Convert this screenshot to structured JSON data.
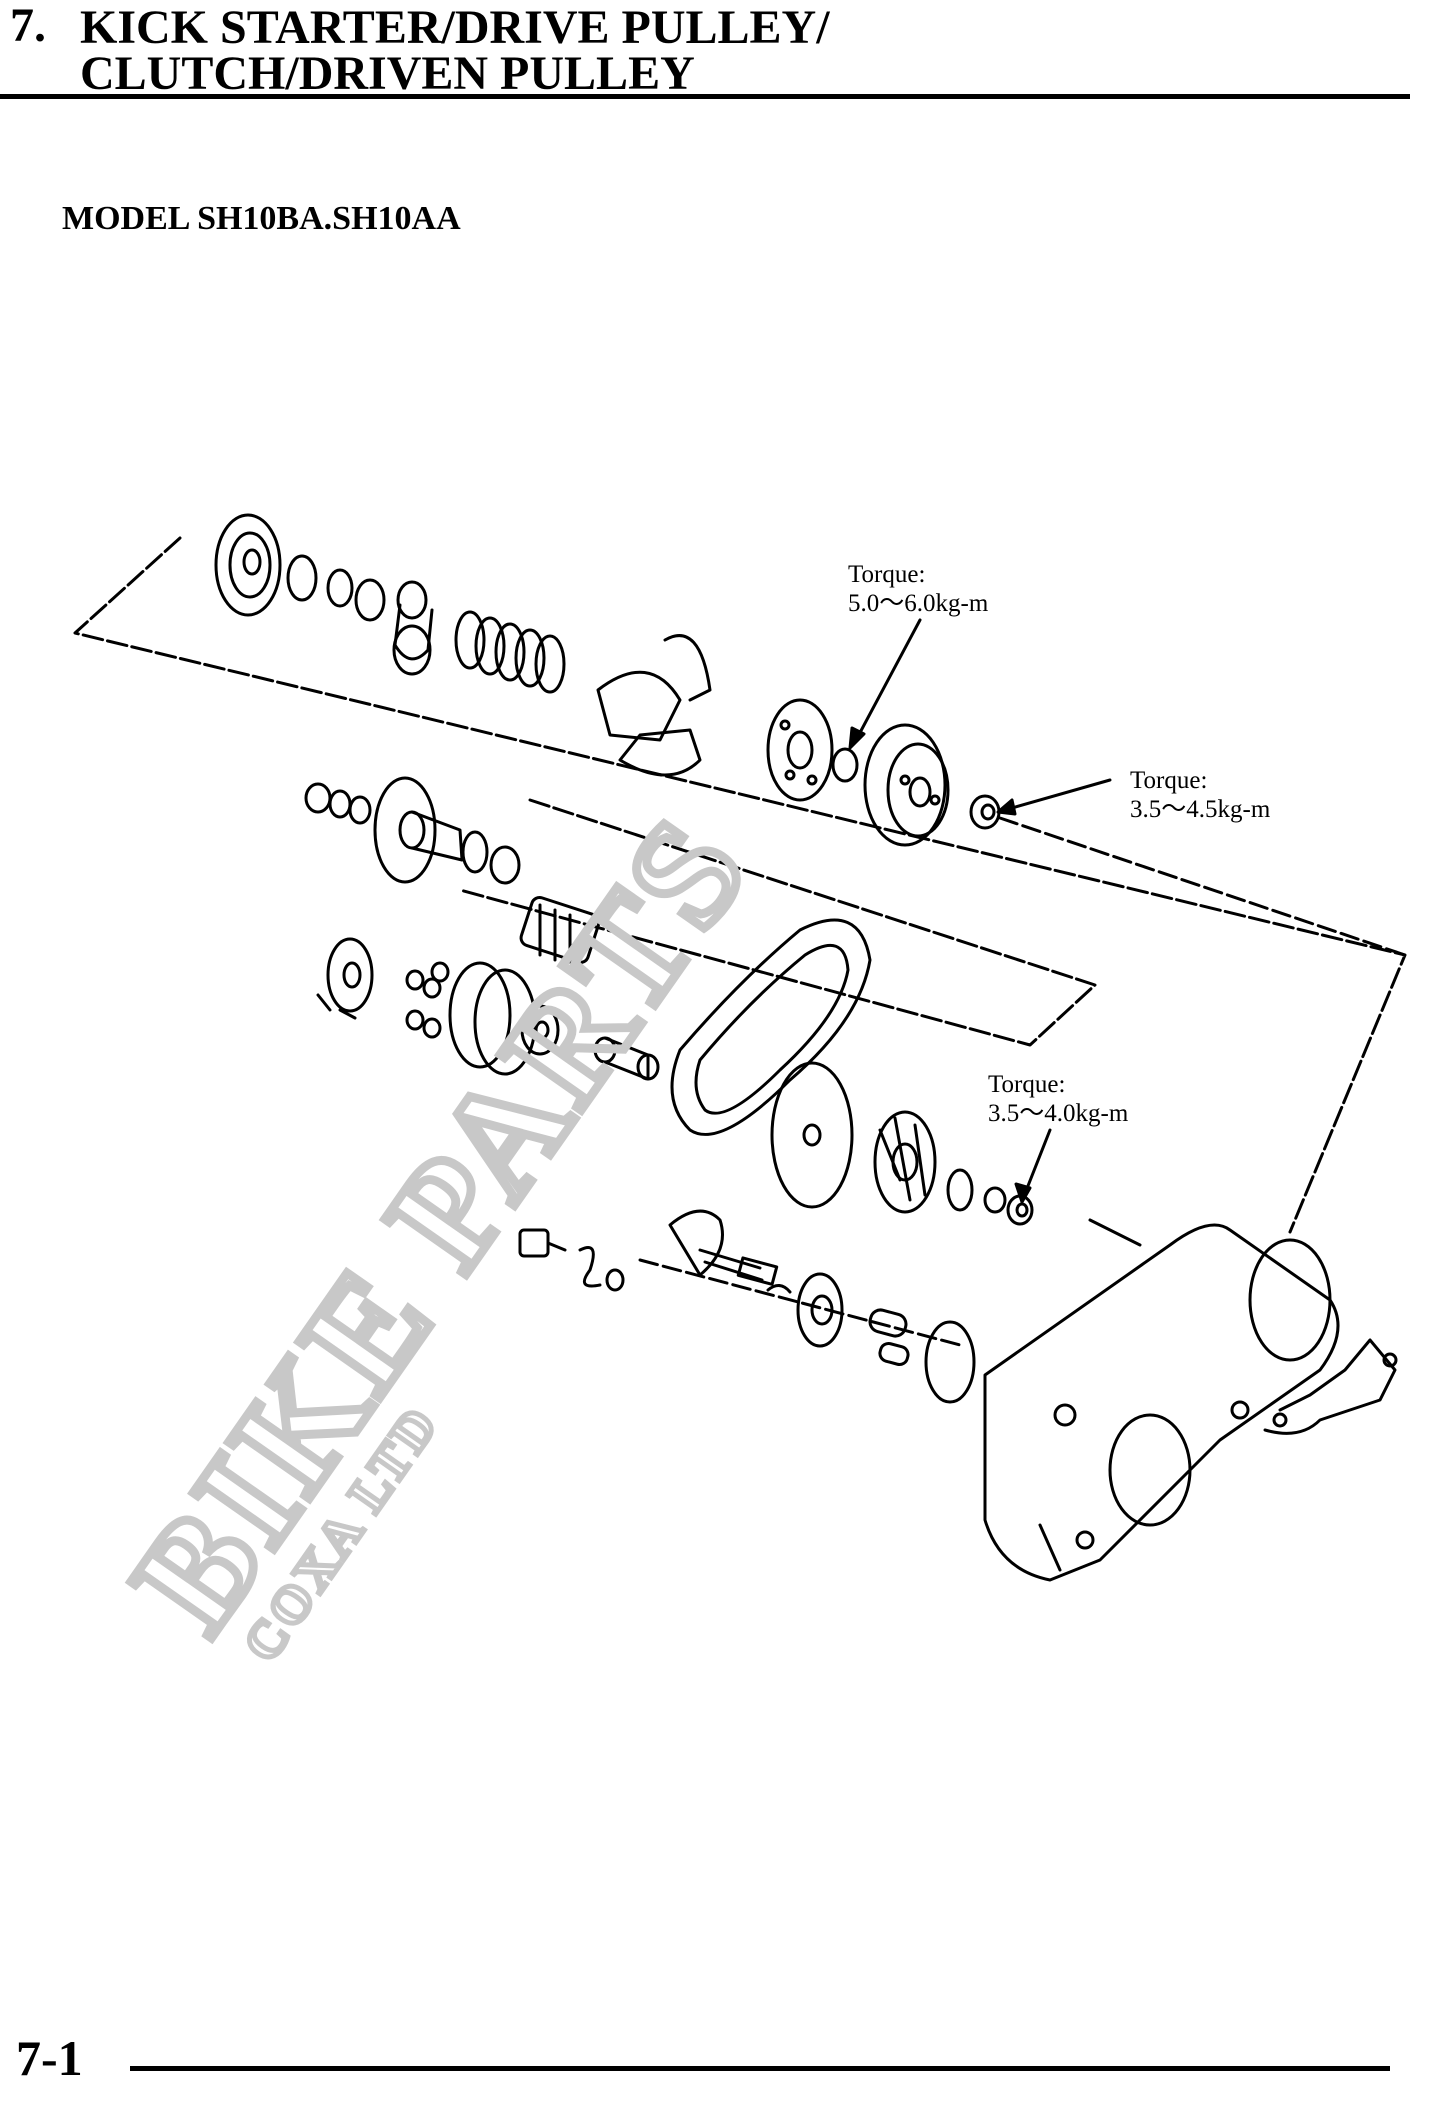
{
  "header": {
    "chapter_number": "7.",
    "title_line1": "KICK STARTER/DRIVE PULLEY/",
    "title_line2": "CLUTCH/DRIVEN PULLEY"
  },
  "model": "MODEL SH10BA.SH10AA",
  "torque_callouts": [
    {
      "label": "Torque:",
      "value": "5.0～6.0kg-m"
    },
    {
      "label": "Torque:",
      "value": "3.5～4.5kg-m"
    },
    {
      "label": "Torque:",
      "value": "3.5～4.0kg-m"
    }
  ],
  "watermark": {
    "main": "BIKE PARTS",
    "sub": "COXA LTD"
  },
  "footer": {
    "page_number": "7-1"
  }
}
